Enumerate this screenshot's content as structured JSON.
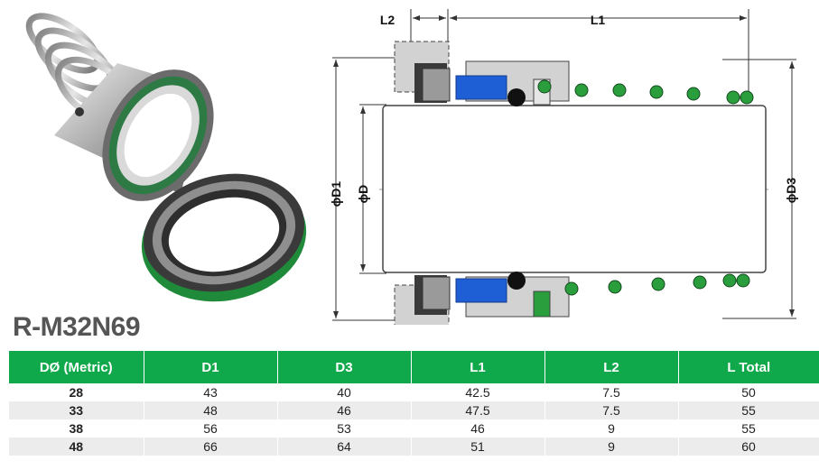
{
  "model": "R-M32N69",
  "drawing_labels": {
    "l2": "L2",
    "l1": "L1",
    "d1": "ϕD1",
    "d": "ϕD",
    "d3": "ϕD3"
  },
  "table": {
    "headers": [
      "DØ (Metric)",
      "D1",
      "D3",
      "L1",
      "L2",
      "L Total"
    ],
    "rows": [
      [
        "28",
        "43",
        "40",
        "42.5",
        "7.5",
        "50"
      ],
      [
        "33",
        "48",
        "46",
        "47.5",
        "7.5",
        "55"
      ],
      [
        "38",
        "56",
        "53",
        "46",
        "9",
        "55"
      ],
      [
        "48",
        "66",
        "64",
        "51",
        "9",
        "60"
      ]
    ]
  },
  "colors": {
    "header_green": "#0fa84a",
    "spring_green": "#2a9d3c",
    "seat_blue": "#1f5fd6",
    "housing_gray": "#d2d2d2"
  }
}
